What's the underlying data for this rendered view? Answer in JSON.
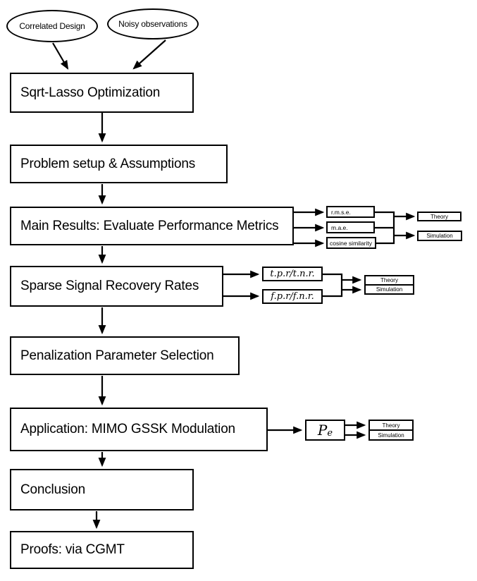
{
  "sources": [
    {
      "label": "Correlated Design"
    },
    {
      "label": "Noisy observations"
    }
  ],
  "flow": [
    {
      "label": "Sqrt-Lasso Optimization"
    },
    {
      "label": "Problem setup & Assumptions"
    },
    {
      "label": "Main Results: Evaluate Performance Metrics"
    },
    {
      "label": "Sparse Signal Recovery Rates"
    },
    {
      "label": "Penalization Parameter Selection"
    },
    {
      "label": "Application: MIMO GSSK Modulation"
    },
    {
      "label": "Conclusion"
    },
    {
      "label": "Proofs: via CGMT"
    }
  ],
  "metrics_branch": {
    "items": [
      {
        "label": "r.m.s.e."
      },
      {
        "label": "m.a.e."
      },
      {
        "label": "cosine similarity"
      }
    ],
    "outputs": [
      {
        "label": "Theory"
      },
      {
        "label": "Simulation"
      }
    ]
  },
  "recovery_branch": {
    "items": [
      {
        "label": "t.p.r/t.n.r."
      },
      {
        "label": "f.p.r/f.n.r."
      }
    ],
    "outputs": [
      {
        "label": "Theory"
      },
      {
        "label": "Simulation"
      }
    ]
  },
  "application_branch": {
    "symbol": "P",
    "symbol_subscript": "e",
    "outputs": [
      {
        "label": "Theory"
      },
      {
        "label": "Simulation"
      }
    ]
  },
  "colors": {
    "ink": "#000000",
    "background": "#ffffff"
  }
}
